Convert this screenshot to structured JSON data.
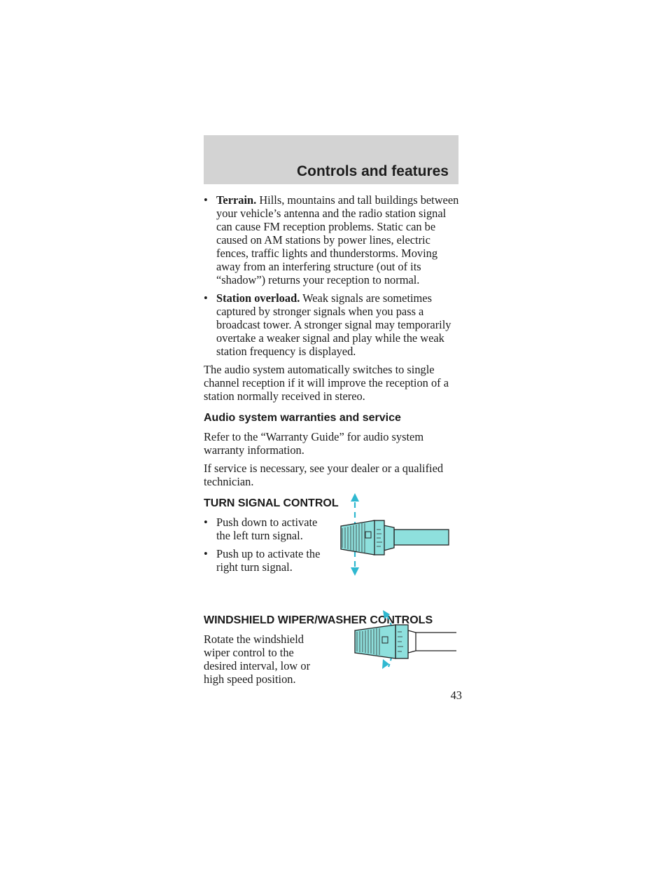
{
  "header": {
    "title": "Controls and features"
  },
  "terrain": {
    "bullet": "•",
    "label": "Terrain.",
    "text": "Hills, mountains and tall buildings between your vehicle’s antenna and the radio station signal can cause FM reception problems. Static can be caused on AM stations by power lines, electric fences, traffic lights and thunderstorms. Moving away from an interfering structure (out of its “shadow”) returns your reception to normal."
  },
  "overload": {
    "bullet": "•",
    "label": "Station overload.",
    "text": "Weak signals are sometimes captured by stronger signals when you pass a broadcast tower. A stronger signal may temporarily overtake a weaker signal and play while the weak station frequency is displayed."
  },
  "stereo_paragraph": "The audio system automatically switches to single channel reception if it will improve the reception of a station normally received in stereo.",
  "warranty": {
    "heading": "Audio system warranties and service",
    "p1": "Refer to the “Warranty Guide” for audio system warranty information.",
    "p2": "If service is necessary, see your dealer or a qualified technician."
  },
  "turn_signal": {
    "heading": "TURN SIGNAL CONTROL",
    "bullet": "•",
    "item1": "Push down to activate the left turn signal.",
    "item2": "Push up to activate the right turn signal."
  },
  "wiper": {
    "heading": "WINDSHIELD WIPER/WASHER CONTROLS",
    "text": "Rotate the windshield wiper control to the desired interval, low or high speed position."
  },
  "page_number": "43",
  "colors": {
    "band": "#d3d3d3",
    "lever": "#8ee0dd",
    "arrow": "#2fb8d0"
  }
}
